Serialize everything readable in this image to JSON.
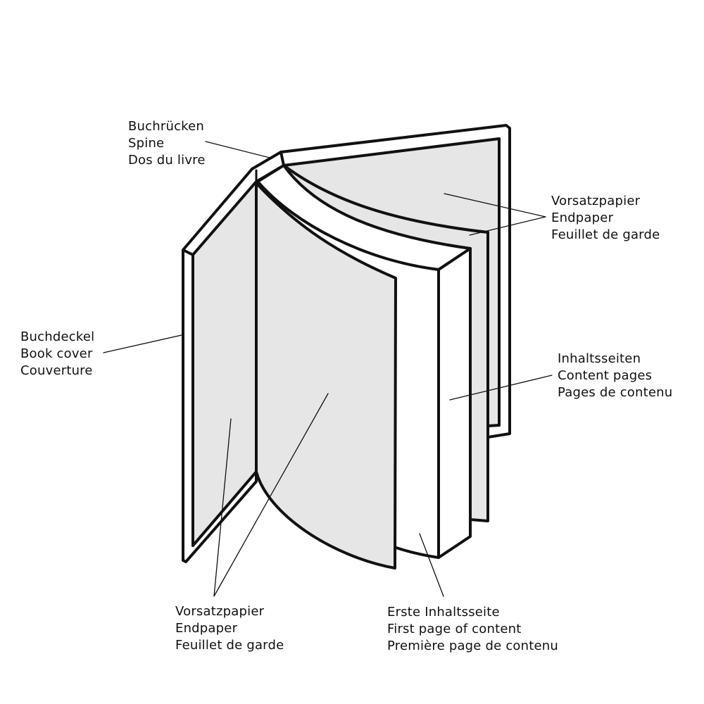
{
  "labels": {
    "spine": {
      "de": "Buchrücken",
      "en": "Spine",
      "fr": "Dos du livre"
    },
    "cover": {
      "de": "Buchdeckel",
      "en": "Book cover",
      "fr": "Couverture"
    },
    "endpaper_right": {
      "de": "Vorsatzpapier",
      "en": "Endpaper",
      "fr": "Feuillet de garde"
    },
    "content": {
      "de": "Inhaltsseiten",
      "en": "Content pages",
      "fr": "Pages de contenu"
    },
    "endpaper_bottom": {
      "de": "Vorsatzpapier",
      "en": "Endpaper",
      "fr": "Feuillet de garde"
    },
    "first_page": {
      "de": "Erste Inhaltsseite",
      "en": "First page of content",
      "fr": "Première page de contenu"
    }
  },
  "colors": {
    "stroke": "#111111",
    "endpaper_fill": "#e6e6e6",
    "page_fill": "#ffffff"
  }
}
